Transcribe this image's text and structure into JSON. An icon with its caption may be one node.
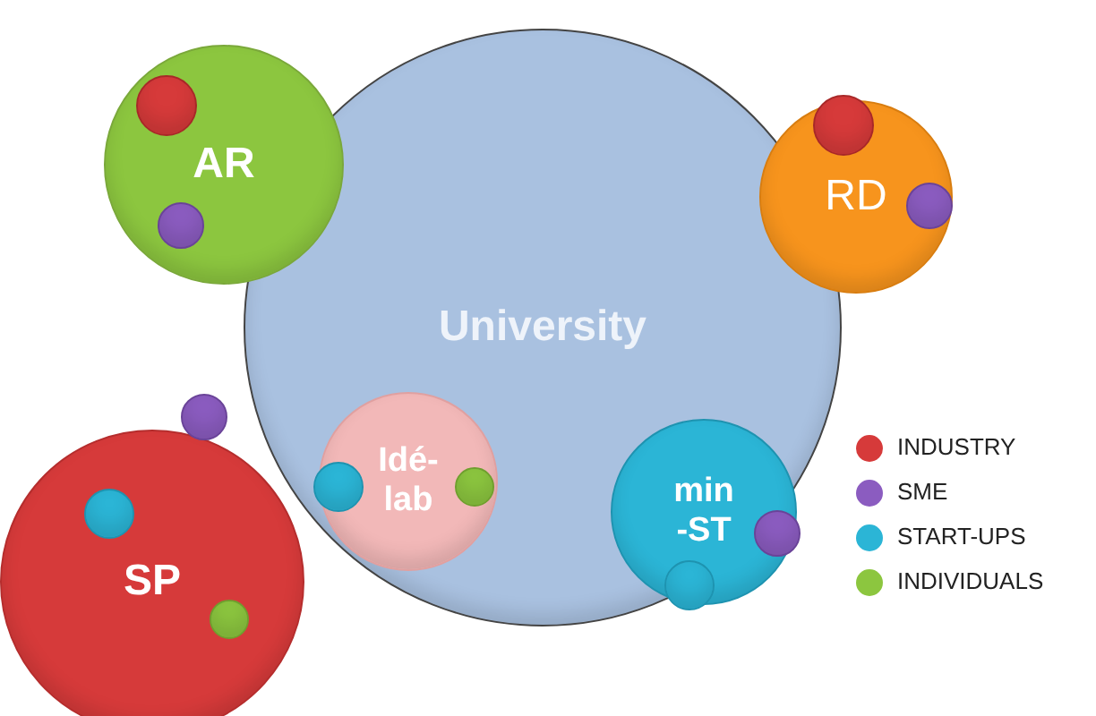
{
  "diagram": {
    "nodes": [
      {
        "text": [
          "University"
        ]
      },
      {
        "text": [
          "AR"
        ]
      },
      {
        "text": [],
        "shape": "circle",
        "in": 1
      },
      {
        "text": [],
        "shape": "circle",
        "in": 1
      },
      {
        "text": [
          "RD"
        ]
      },
      {
        "text": [],
        "shape": "circle"
      },
      {
        "text": [],
        "shape": "circle",
        "in": 4
      },
      {
        "text": [
          "SP"
        ]
      },
      {
        "text": [],
        "shape": "circle"
      },
      {
        "text": [],
        "shape": "circle",
        "in": 7
      },
      {
        "text": [],
        "shape": "circle",
        "in": 7
      },
      {
        "text": [
          "Idé-lab"
        ],
        "in": 0
      },
      {
        "text": [],
        "shape": "circle",
        "in": 0
      },
      {
        "text": [],
        "shape": "circle",
        "in": 11
      },
      {
        "text": [
          "min -ST"
        ],
        "in": 0
      },
      {
        "text": [],
        "shape": "circle",
        "in": 14
      },
      {
        "text": [],
        "shape": "circle",
        "in": 14
      }
    ],
    "legend": [
      {
        "text": "INDUSTRY",
        "color": "#d63a3a"
      },
      {
        "text": "SME",
        "color": "#8b5cc0"
      },
      {
        "text": "START-UPS",
        "color": "#2bb5d6"
      },
      {
        "text": "INDIVIDUALS",
        "color": "#8cc63f"
      }
    ]
  }
}
